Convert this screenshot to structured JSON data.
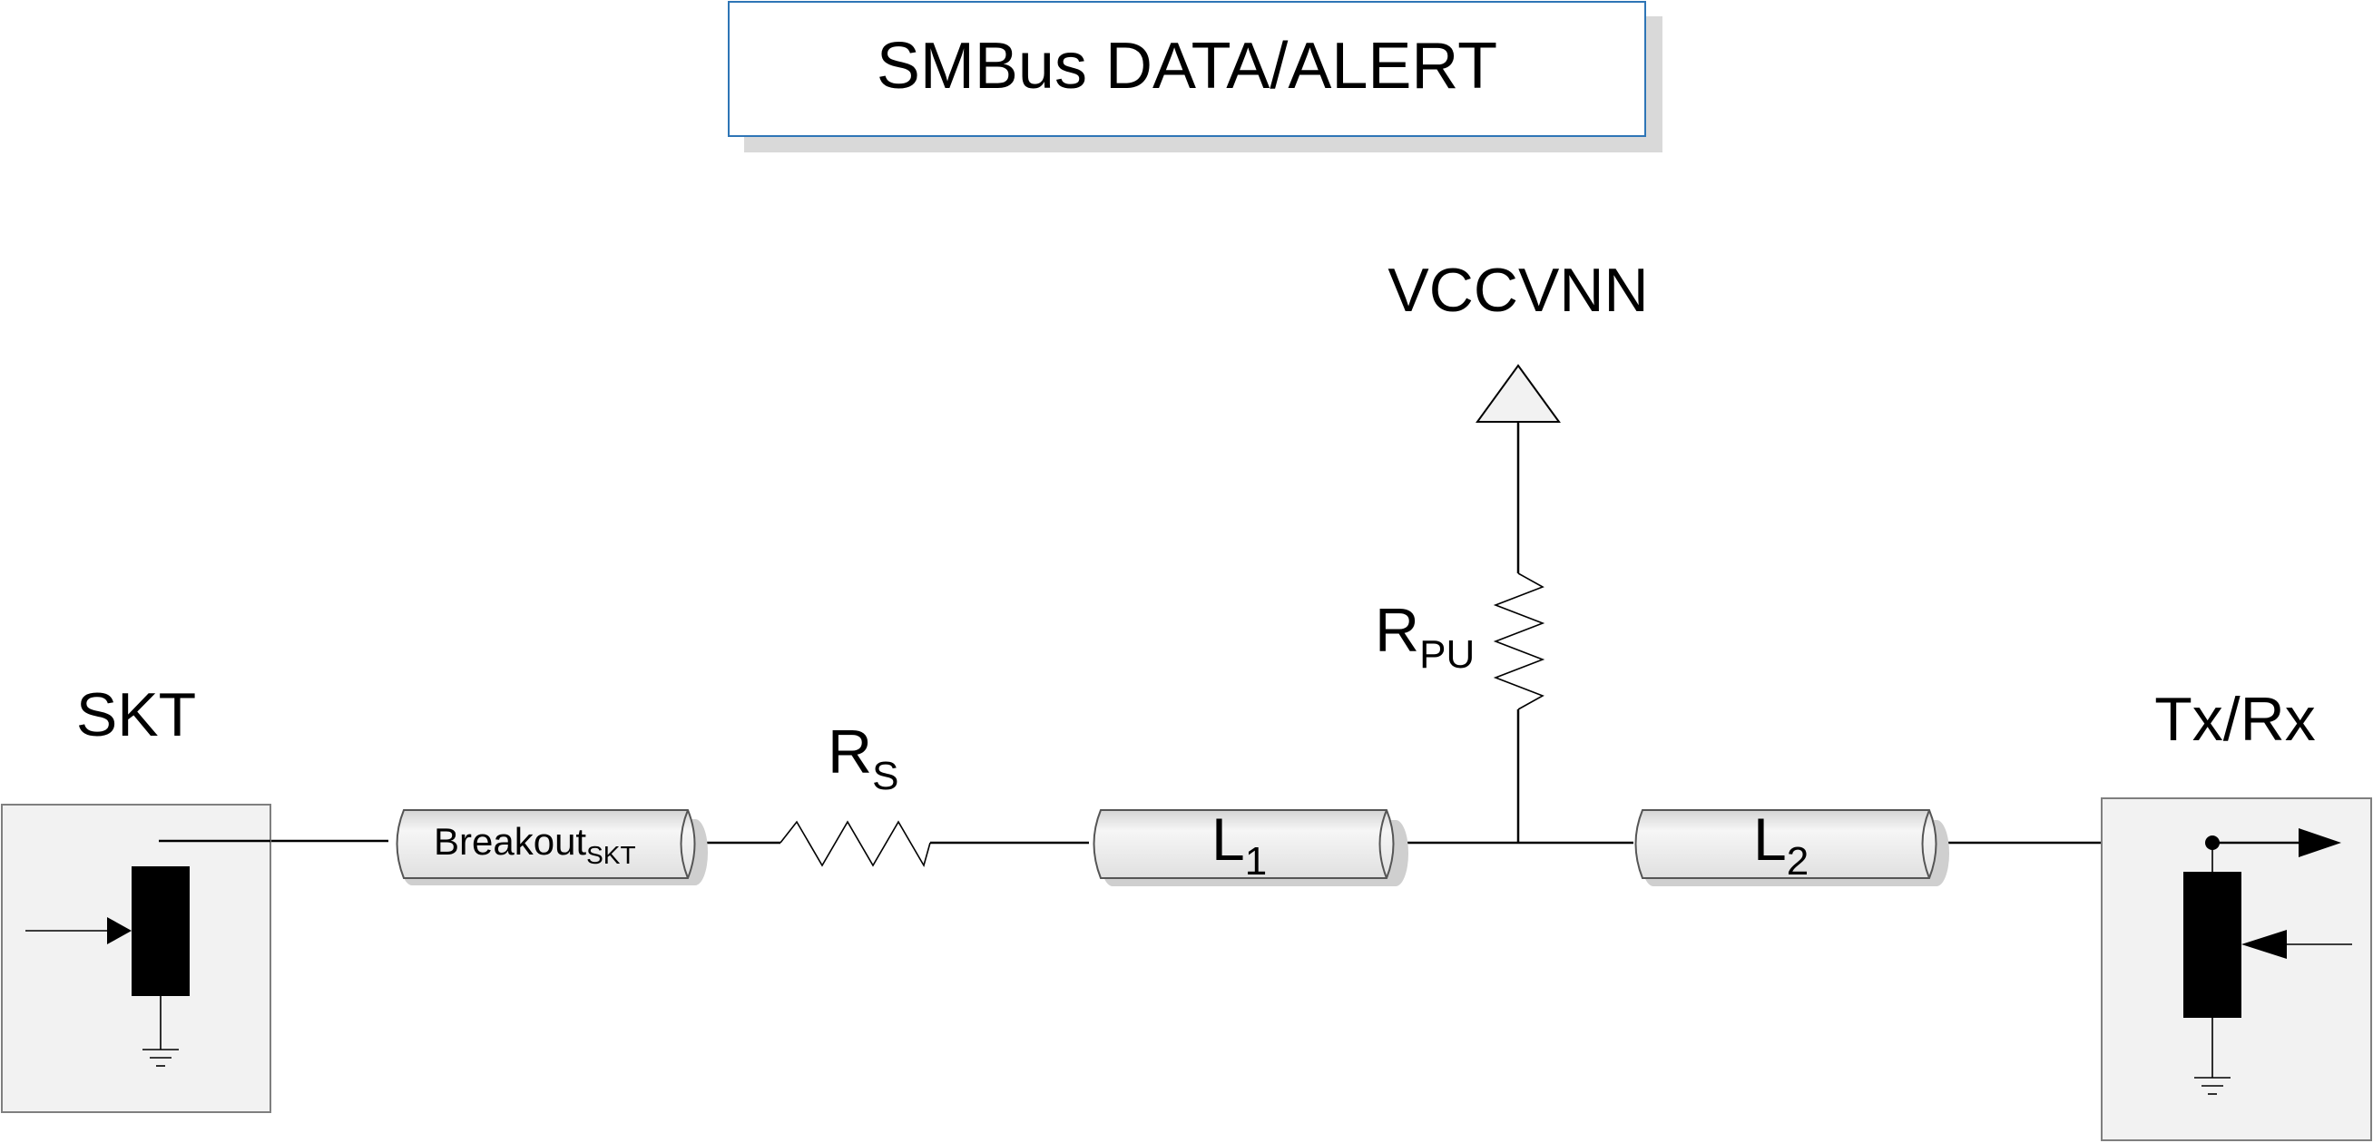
{
  "title": "SMBus DATA/ALERT",
  "supply": {
    "label": "VCCVNN"
  },
  "pullup_resistor": {
    "label_main": "R",
    "label_sub": "PU"
  },
  "series_resistor": {
    "label_main": "R",
    "label_sub": "S"
  },
  "breakout": {
    "label_main": "Breakout",
    "label_sub": "SKT"
  },
  "line1": {
    "label_main": "L",
    "label_sub": "1"
  },
  "line2": {
    "label_main": "L",
    "label_sub": "2"
  },
  "socket": {
    "label": "SKT"
  },
  "txrx": {
    "label": "Tx/Rx"
  },
  "colors": {
    "box_fill": "#f2f2f2",
    "box_stroke": "#7f7f7f",
    "title_border": "#2e75b6",
    "shadow": "#d9d9d9",
    "cable_fill": "#ececec"
  }
}
